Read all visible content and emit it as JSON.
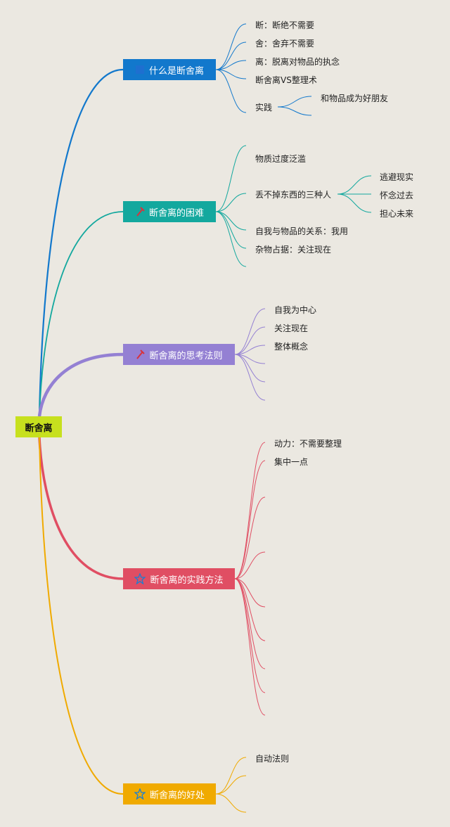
{
  "root": {
    "label": "断舍离",
    "color": "#c7e01e"
  },
  "branches": [
    {
      "label": "什么是断舍离",
      "color": "#1278cc",
      "icon": "square-icon",
      "children": [
        {
          "label": "断：断绝不需要"
        },
        {
          "label": "舍：舍弃不需要"
        },
        {
          "label": "离：脱离对物品的执念"
        },
        {
          "label": "断舍离VS整理术"
        },
        {
          "label": "实践",
          "children": [
            {
              "label": "和物品成为好朋友"
            },
            {
              "label": ""
            }
          ]
        }
      ]
    },
    {
      "label": "断舍离的困难",
      "color": "#13a89e",
      "icon": "hammer-icon",
      "children": [
        {
          "label": "物质过度泛滥"
        },
        {
          "label": "丢不掉东西的三种人",
          "children": [
            {
              "label": "逃避现实"
            },
            {
              "label": "怀念过去"
            },
            {
              "label": "担心未来"
            }
          ]
        },
        {
          "label": "自我与物品的关系：我用"
        },
        {
          "label": "杂物占据：关注现在"
        },
        {
          "label": ""
        }
      ]
    },
    {
      "label": "断舍离的思考法则",
      "color": "#9480d3",
      "icon": "hammer-icon",
      "children": [
        {
          "label": "自我为中心"
        },
        {
          "label": "关注现在"
        },
        {
          "label": "整体概念"
        },
        {
          "label": ""
        },
        {
          "label": ""
        },
        {
          "label": ""
        }
      ]
    },
    {
      "label": "断舍离的实践方法",
      "color": "#e04e63",
      "icon": "star-icon",
      "children": [
        {
          "label": "动力：不需要整理"
        },
        {
          "label": "集中一点"
        },
        {
          "label": ""
        },
        {
          "label": ""
        },
        {
          "label": ""
        },
        {
          "label": ""
        },
        {
          "label": ""
        },
        {
          "label": ""
        },
        {
          "label": ""
        },
        {
          "label": ""
        }
      ]
    },
    {
      "label": "断舍离的好处",
      "color": "#f0aa00",
      "icon": "star-icon",
      "children": [
        {
          "label": "自动法则"
        },
        {
          "label": ""
        },
        {
          "label": ""
        }
      ]
    }
  ]
}
